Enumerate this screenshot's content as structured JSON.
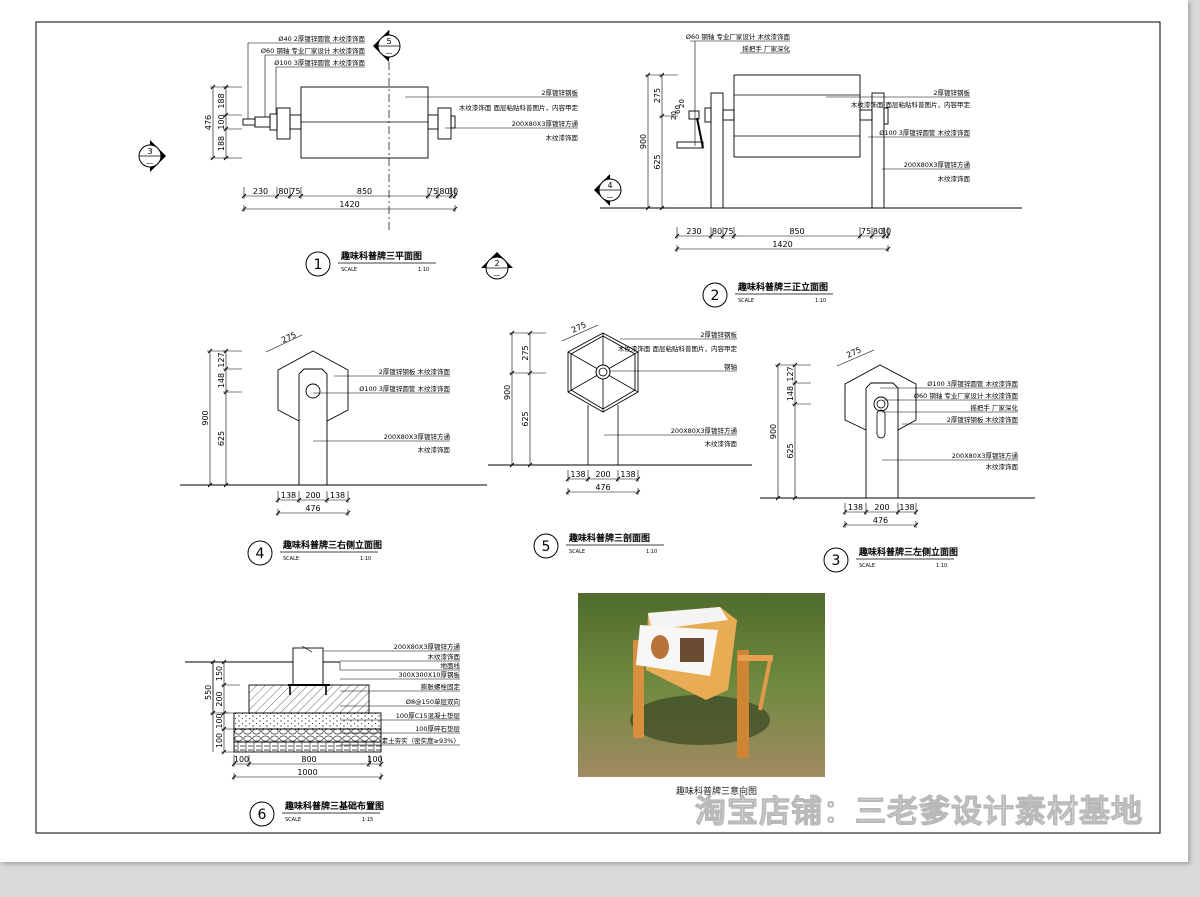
{
  "sheet": {
    "scale_label": "SCALE",
    "marker_sub": "—"
  },
  "markers": [
    "5",
    "3",
    "2",
    "4"
  ],
  "views": {
    "plan": {
      "number": "1",
      "title": "趣味科普牌三平面图",
      "scale": "1:10",
      "notes": [
        "Ø40 2厚镀锌圆管 木纹漆饰面",
        "Ø60 钢轴 专业厂家设计 木纹漆饰面",
        "Ø100 3厚镀锌圆管 木纹漆饰面",
        "2厚镀锌钢板",
        "木纹漆饰面 面层粘贴科普图片，内容甲定",
        "200X80X3厚镀锌方通",
        "木纹漆饰面"
      ],
      "dims_h": [
        "230",
        "80",
        "75",
        "850",
        "75",
        "80",
        "30"
      ],
      "dim_total": "1420",
      "dims_v": [
        "188",
        "100",
        "188"
      ],
      "dim_v_total": "476"
    },
    "front": {
      "number": "2",
      "title": "趣味科普牌三正立面图",
      "scale": "1:10",
      "notes": [
        "Ø60 钢轴 专业厂家设计 木纹漆饰面",
        "摇把手 厂家深化",
        "2厚镀锌钢板",
        "木纹漆饰面 面层粘贴科普图片，内容甲定",
        "Ø100 3厚镀锌圆管 木纹漆饰面",
        "200X80X3厚镀锌方通",
        "木纹漆饰面"
      ],
      "dims_h": [
        "230",
        "80",
        "75",
        "850",
        "75",
        "80",
        "30"
      ],
      "dim_total": "1420",
      "dims_v": [
        "275",
        "625"
      ],
      "dim_v_total": "900",
      "dims_crank": [
        "20",
        "60",
        "20"
      ]
    },
    "right": {
      "number": "4",
      "title": "趣味科普牌三右侧立面图",
      "scale": "1:10",
      "notes": [
        "2厚镀锌钢板 木纹漆饰面",
        "Ø100 3厚镀锌圆管 木纹漆饰面",
        "200X80X3厚镀锌方通",
        "木纹漆饰面"
      ],
      "dims_h": [
        "138",
        "200",
        "138"
      ],
      "dim_total": "476",
      "dims_v": [
        "127",
        "148",
        "625"
      ],
      "dim_v_total": "900",
      "dim_side": "275"
    },
    "section": {
      "number": "5",
      "title": "趣味科普牌三剖面图",
      "scale": "1:10",
      "notes": [
        "2厚镀锌钢板",
        "木纹漆饰面 面层粘贴科普图片，内容甲定",
        "钢轴",
        "200X80X3厚镀锌方通",
        "木纹漆饰面"
      ],
      "dims_h": [
        "138",
        "200",
        "138"
      ],
      "dim_total": "476",
      "dims_v": [
        "275",
        "625"
      ],
      "dim_v_total": "900",
      "dim_side": "275"
    },
    "left": {
      "number": "3",
      "title": "趣味科普牌三左侧立面图",
      "scale": "1:10",
      "notes": [
        "Ø100 3厚镀锌圆管 木纹漆饰面",
        "Ø60 钢轴 专业厂家设计 木纹漆饰面",
        "摇把手 厂家深化",
        "2厚镀锌钢板 木纹漆饰面",
        "200X80X3厚镀锌方通",
        "木纹漆饰面"
      ],
      "dims_h": [
        "138",
        "200",
        "138"
      ],
      "dim_total": "476",
      "dims_v": [
        "127",
        "148",
        "625"
      ],
      "dim_v_total": "900",
      "dim_side": "275"
    },
    "foundation": {
      "number": "6",
      "title": "趣味科普牌三基础布置图",
      "scale": "1:15",
      "notes": [
        "200X80X3厚镀锌方通",
        "木纹漆饰面",
        "地面线",
        "300X300X10厚钢板",
        "膨胀螺栓固定",
        "Ø8@150单层双向",
        "100厚C15混凝土垫层",
        "100厚碎石垫层",
        "素土夯实（密实度≥93%）"
      ],
      "dims_h": [
        "100",
        "800",
        "100"
      ],
      "dim_total": "1000",
      "dims_v": [
        "150",
        "200",
        "100",
        "100"
      ],
      "dim_v_total": "550"
    }
  },
  "photo": {
    "caption": "趣味科普牌三意向图"
  },
  "watermark": "淘宝店铺：三老爹设计素材基地"
}
